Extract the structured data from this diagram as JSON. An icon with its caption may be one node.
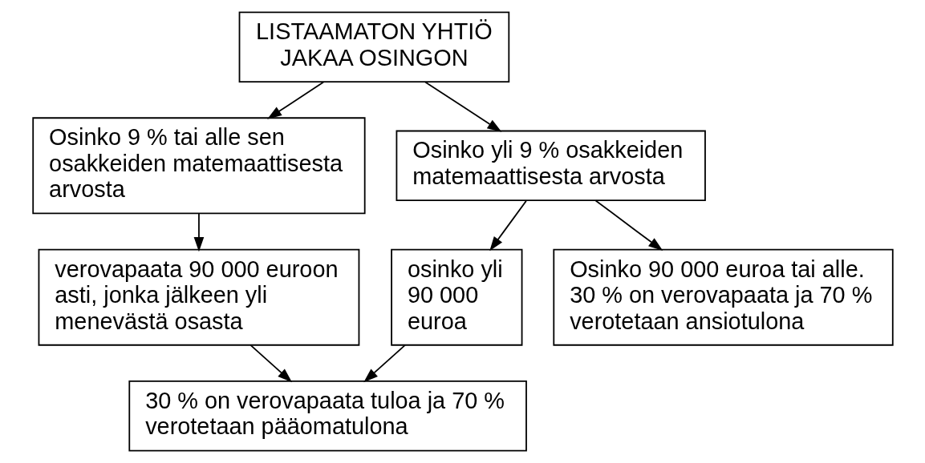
{
  "diagram": {
    "nodes": [
      {
        "text": [
          "LISTAAMATON YHTIÖ JAKAA OSINGON"
        ]
      },
      {
        "text": [
          "Osinko 9 % tai alle sen osakkeiden matemaattisesta arvosta"
        ]
      },
      {
        "text": [
          "Osinko yli 9 % osakkeiden matemaattisesta arvosta"
        ]
      },
      {
        "text": [
          "verovapaata 90 000 euroon asti, jonka jälkeen yli menevästä osasta"
        ]
      },
      {
        "text": [
          "osinko yli 90 000 euroa"
        ]
      },
      {
        "text": [
          "Osinko 90 000 euroa tai alle. 30 % on verovapaata ja 70 % verotetaan ansiotulona"
        ]
      },
      {
        "text": [
          "30 % on verovapaata tuloa ja 70 % verotetaan pääomatulona"
        ]
      }
    ],
    "edges": [
      {
        "from": 0,
        "to": 1,
        "arrow": "to"
      },
      {
        "from": 0,
        "to": 2,
        "arrow": "to"
      },
      {
        "from": 1,
        "to": 3,
        "arrow": "to"
      },
      {
        "from": 2,
        "to": 4,
        "arrow": "to"
      },
      {
        "from": 2,
        "to": 5,
        "arrow": "to"
      },
      {
        "from": 3,
        "to": 6,
        "arrow": "to"
      },
      {
        "from": 4,
        "to": 6,
        "arrow": "to"
      }
    ]
  }
}
